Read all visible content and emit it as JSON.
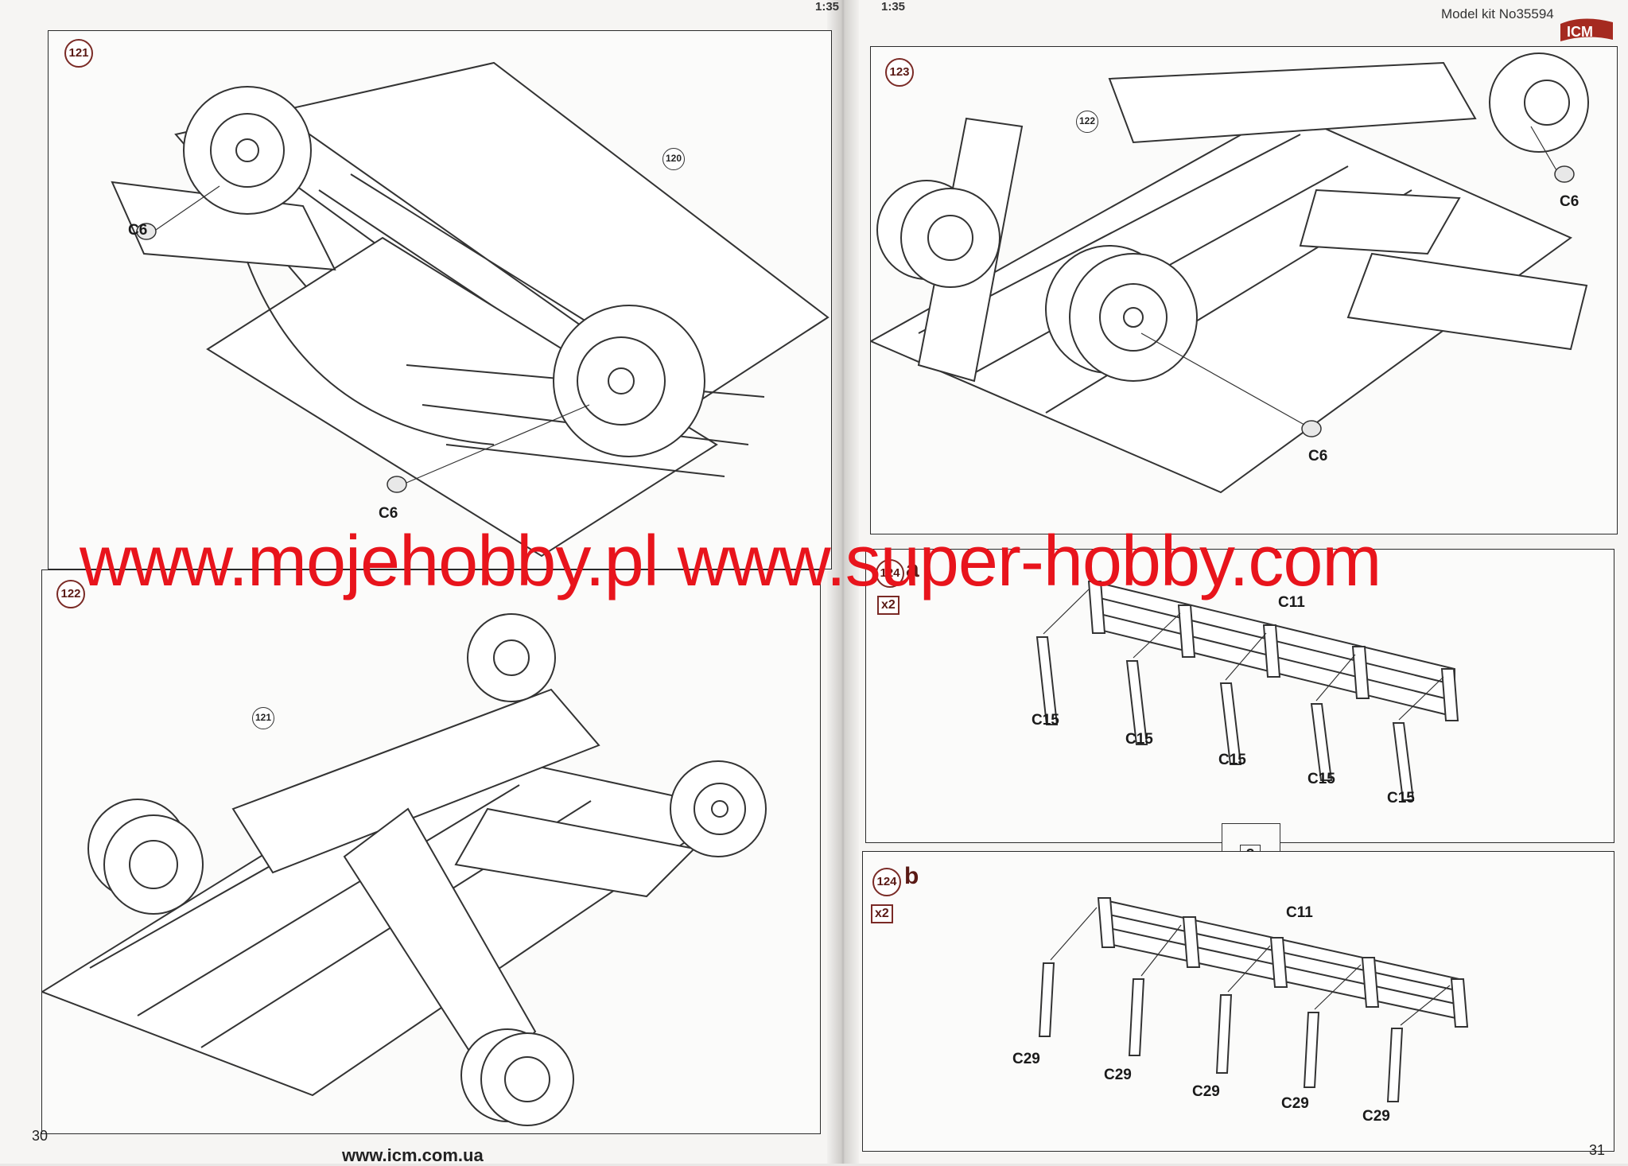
{
  "header": {
    "scale_left": "1:35",
    "scale_right": "1:35",
    "model_kit": "Model kit No35594",
    "logo_text": "ICM"
  },
  "footer": {
    "page_left": "30",
    "page_right": "31",
    "website": "www.icm.com.ua"
  },
  "watermark": "www.mojehobby.pl www.super-hobby.com",
  "steps": {
    "s121": {
      "number": "121",
      "ref": "120",
      "parts": [
        "C6",
        "C6"
      ]
    },
    "s122": {
      "number": "122",
      "ref": "121"
    },
    "s123": {
      "number": "123",
      "ref": "122",
      "parts": [
        "C6",
        "C6"
      ]
    },
    "s124a": {
      "number": "124",
      "sub": "a",
      "multiplier": "x2",
      "rail": "C11",
      "parts": [
        "C15",
        "C15",
        "C15",
        "C15",
        "C15"
      ]
    },
    "s124b": {
      "number": "124",
      "sub": "b",
      "multiplier": "x2",
      "rail": "C11",
      "parts": [
        "C29",
        "C29",
        "C29",
        "C29",
        "C29"
      ]
    }
  },
  "question_mark": "?",
  "icons": [
    "icm-logo",
    "wheel-icon",
    "chassis-drawing",
    "side-rail-drawing",
    "question-box-icon"
  ]
}
